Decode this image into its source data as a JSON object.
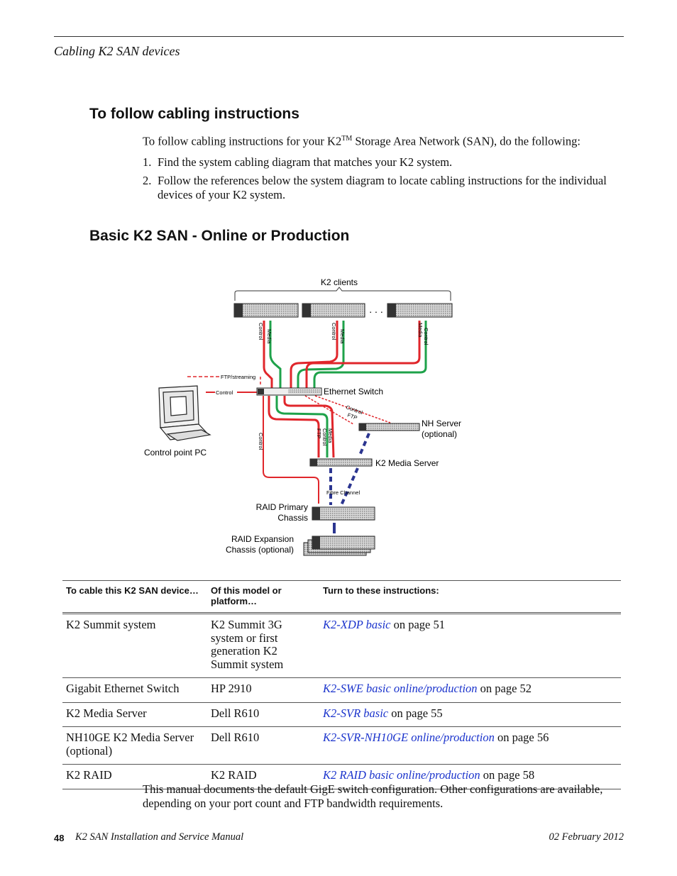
{
  "header": {
    "section": "Cabling K2 SAN devices"
  },
  "section1": {
    "title": "To follow cabling instructions",
    "intro_pre": "To follow cabling instructions for your K2",
    "intro_tm": "TM",
    "intro_post": " Storage Area Network (SAN), do the following:",
    "steps": [
      {
        "num": "1.",
        "text": "Find the system cabling diagram that matches your K2 system."
      },
      {
        "num": "2.",
        "text": "Follow the references below the system diagram to locate cabling instructions for the individual devices of your K2 system."
      }
    ]
  },
  "section2": {
    "title": "Basic K2 SAN - Online or Production"
  },
  "diagram": {
    "k2_clients": "K2 clients",
    "ellipsis": ". . .",
    "media": "Media",
    "control": "Control",
    "ftp": "FTP",
    "ftp_streaming": "FTP/streaming",
    "ethernet_switch": "Ethernet Switch",
    "nh_server_1": "NH Server",
    "nh_server_2": "(optional)",
    "control_point_pc": "Control point PC",
    "k2_media_server": "K2 Media Server",
    "fibre_channel": "Fibre Channel",
    "raid_primary_1": "RAID Primary",
    "raid_primary_2": "Chassis",
    "raid_expansion_1": "RAID Expansion",
    "raid_expansion_2": "Chassis (optional)",
    "colors": {
      "control": "#e0262b",
      "media": "#1ea24a",
      "fibre": "#2b3590"
    }
  },
  "table": {
    "headers": [
      "To cable this K2 SAN device…",
      "Of this model or platform…",
      "Turn to these instructions:"
    ],
    "rows": [
      {
        "device": "K2 Summit system",
        "model": "K2 Summit 3G system or first generation K2 Summit system",
        "link": "K2-XDP basic",
        "page": " on page 51"
      },
      {
        "device": "Gigabit Ethernet Switch",
        "model": "HP 2910",
        "link": "K2-SWE basic online/production",
        "page": " on page 52"
      },
      {
        "device": "K2 Media Server",
        "model": "Dell R610",
        "link": "K2-SVR basic",
        "page": " on page 55"
      },
      {
        "device": "NH10GE K2 Media Server (optional)",
        "model": "Dell R610",
        "link": "K2-SVR-NH10GE online/production",
        "page": " on page 56"
      },
      {
        "device": "K2 RAID",
        "model": "K2 RAID",
        "link": "K2 RAID basic online/production",
        "page": " on page 58"
      }
    ]
  },
  "closing": "This manual documents the default GigE switch configuration. Other configurations are available, depending on your port count and FTP bandwidth requirements.",
  "footer": {
    "page": "48",
    "title": "K2 SAN Installation and Service Manual",
    "date": "02 February 2012"
  }
}
